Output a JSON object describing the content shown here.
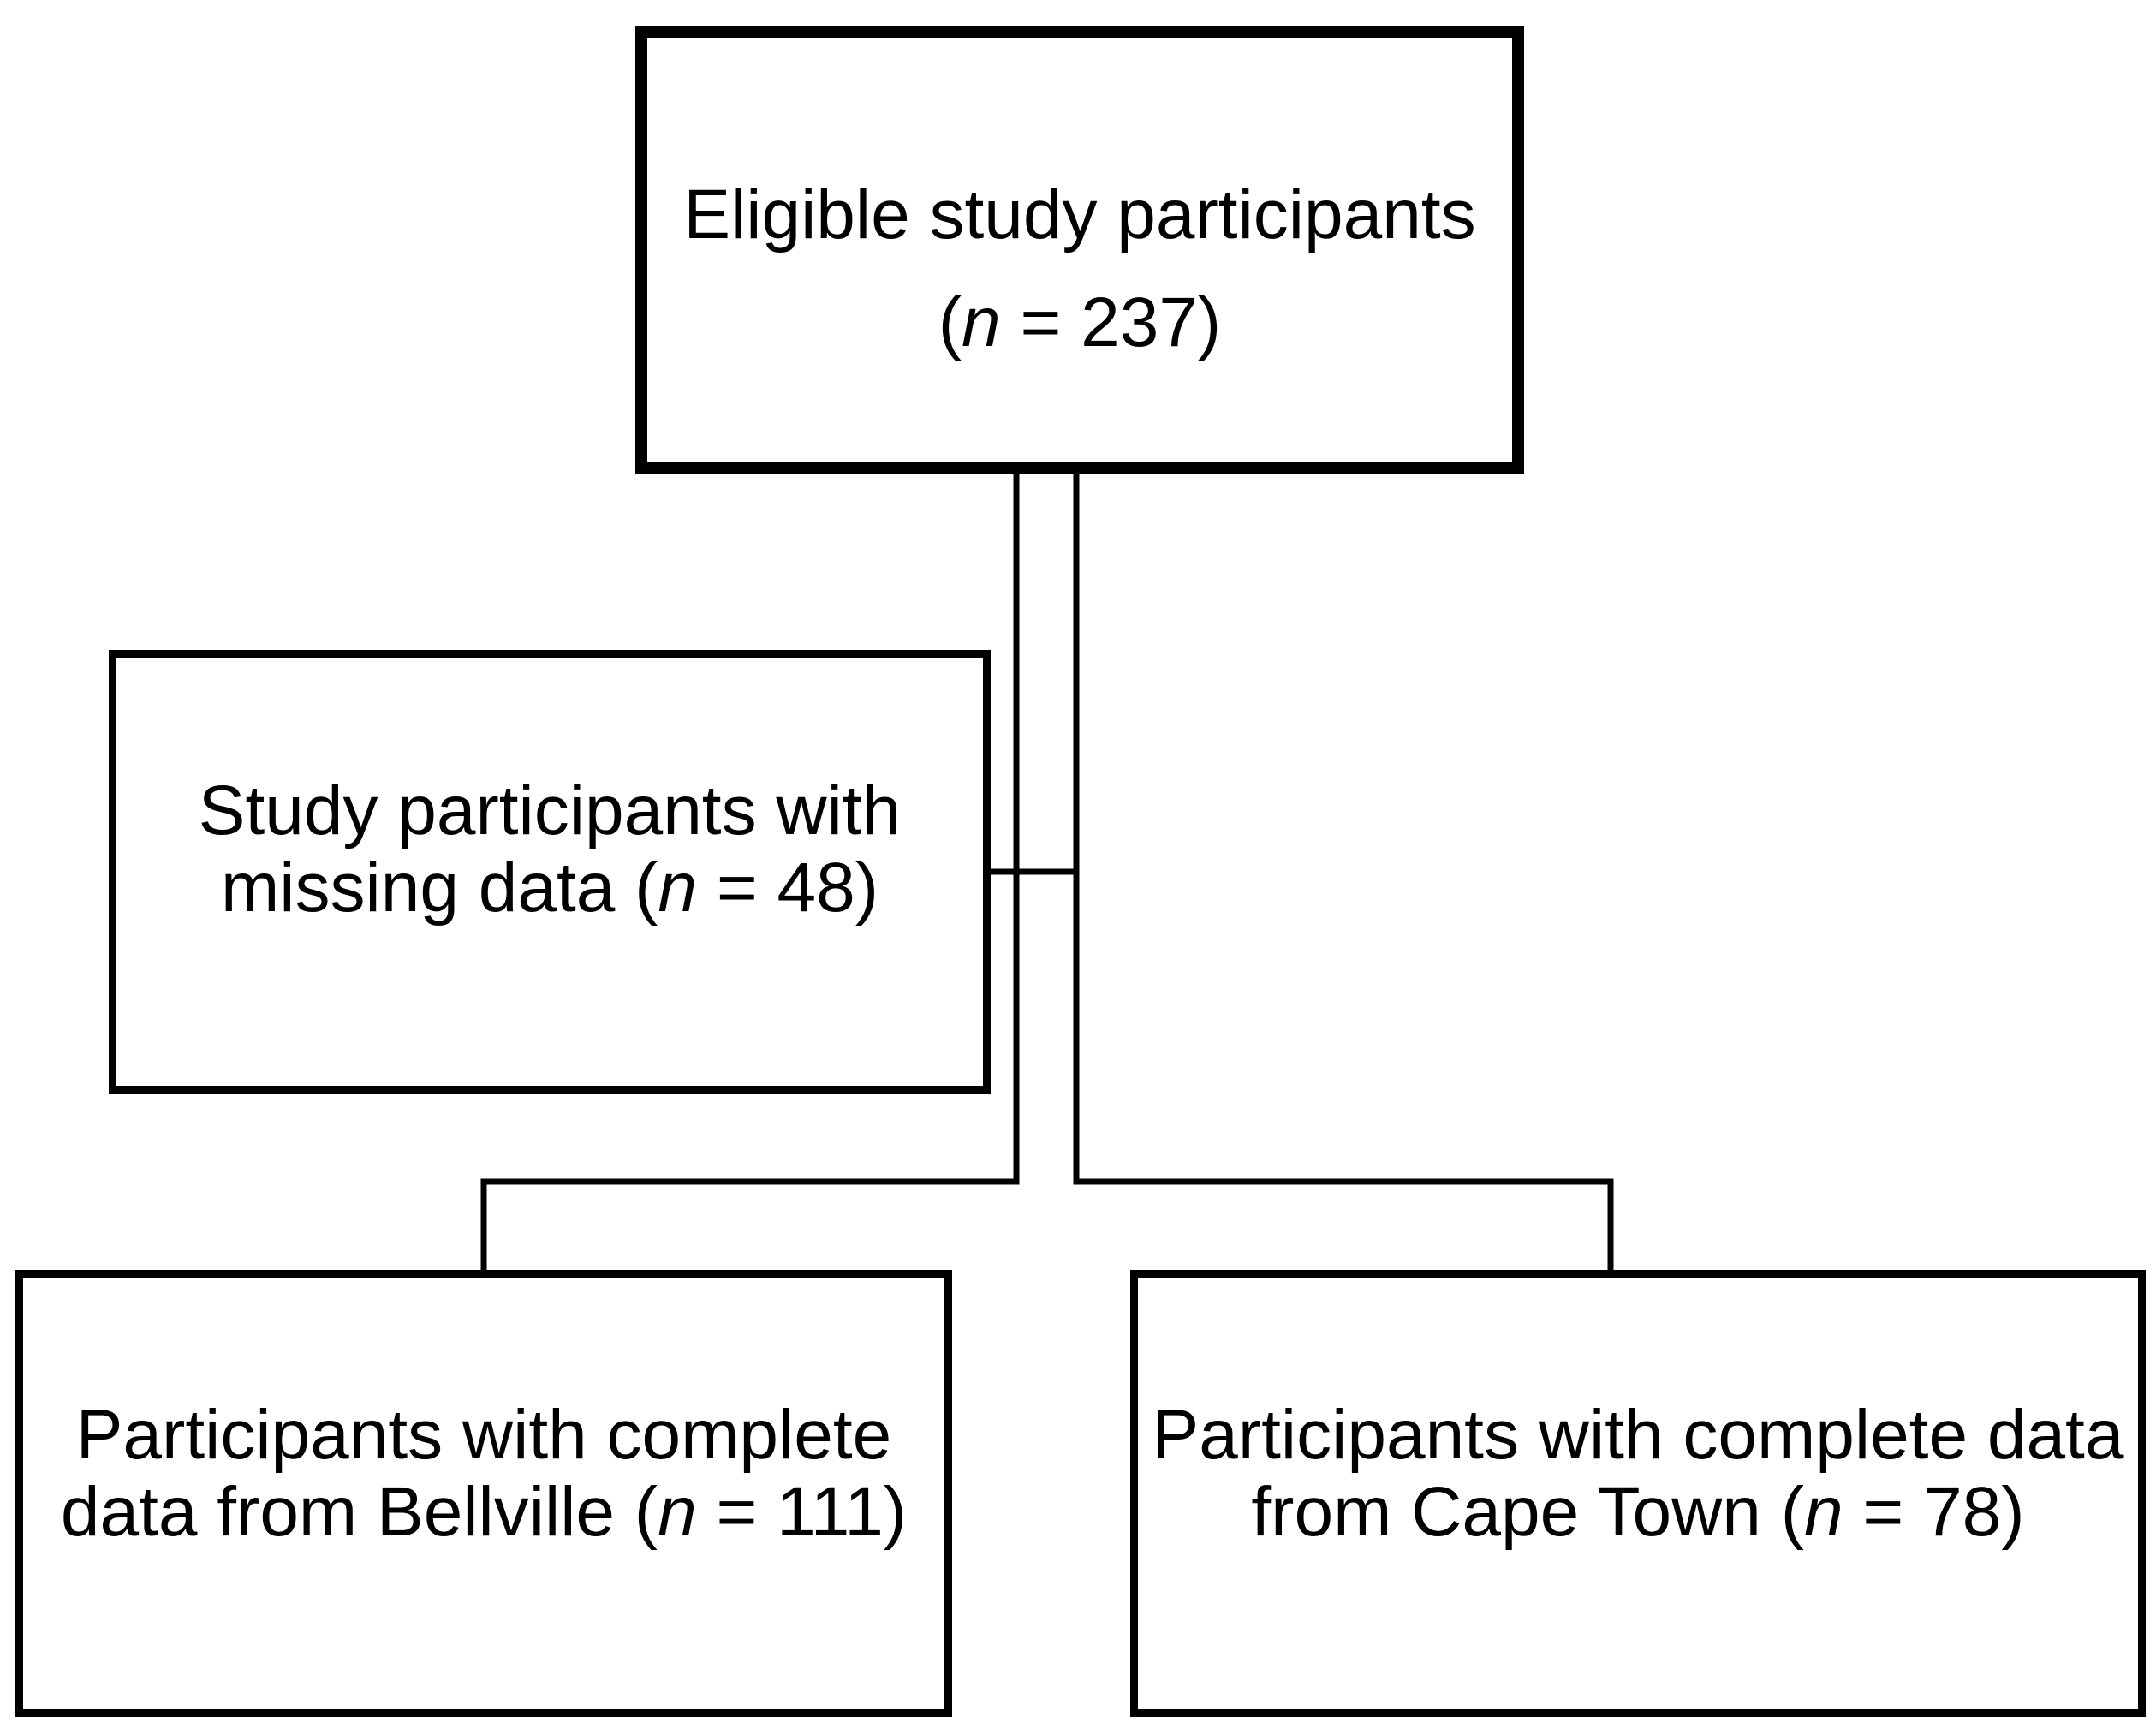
{
  "diagram": {
    "nodes": {
      "eligible": {
        "line1": "Eligible study participants",
        "n_prefix": "(",
        "n_symbol": "n",
        "n_value": " = 237)"
      },
      "missing": {
        "line1": "Study participants with",
        "line2_prefix": "missing data (",
        "n_symbol": "n",
        "n_value": " = 48)"
      },
      "bellville": {
        "line1": "Participants with complete",
        "line2_prefix": "data from Bellville (",
        "n_symbol": "n",
        "n_value": " = 111)"
      },
      "capetown": {
        "line1": "Participants with complete data",
        "line2_prefix": "from Cape Town (",
        "n_symbol": "n",
        "n_value": " = 78)"
      }
    },
    "edges": [
      {
        "from": "eligible",
        "to": "missing"
      },
      {
        "from": "eligible",
        "to": "bellville"
      },
      {
        "from": "eligible",
        "to": "capetown"
      }
    ],
    "colors": {
      "stroke": "#000000",
      "background": "#ffffff"
    }
  }
}
